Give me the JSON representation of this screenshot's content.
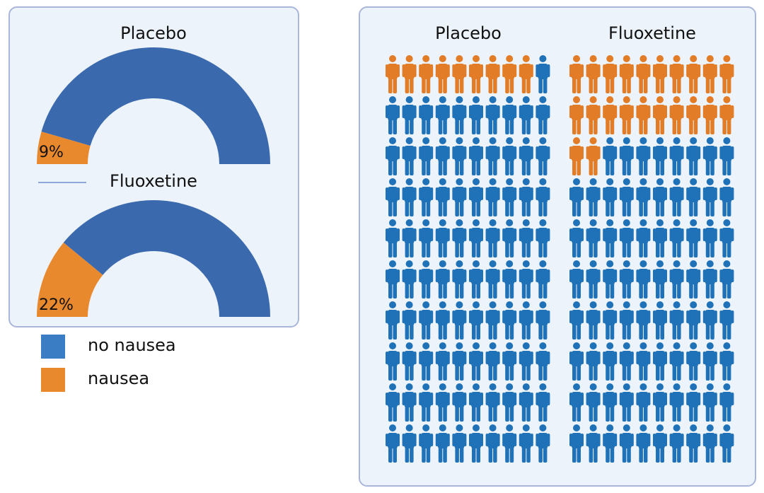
{
  "chart_data": [
    {
      "type": "pie",
      "variant": "semi-donut",
      "groups": [
        {
          "title": "Placebo",
          "nausea_pct": 9,
          "label": "9%"
        },
        {
          "title": "Fluoxetine",
          "nausea_pct": 22,
          "label": "22%"
        }
      ],
      "categories": [
        "no nausea",
        "nausea"
      ],
      "colors": {
        "no nausea": "#3a69ad",
        "nausea": "#e8892e"
      }
    },
    {
      "type": "pictogram",
      "groups": [
        {
          "title": "Placebo",
          "nausea_count": 9,
          "total": 100
        },
        {
          "title": "Fluoxetine",
          "nausea_count": 22,
          "total": 100
        }
      ],
      "colors": {
        "no nausea": "#1f72b8",
        "nausea": "#e27c27"
      }
    }
  ],
  "legend": [
    {
      "label": "no nausea",
      "color": "#3a7dc4"
    },
    {
      "label": "nausea",
      "color": "#e8892e"
    }
  ]
}
